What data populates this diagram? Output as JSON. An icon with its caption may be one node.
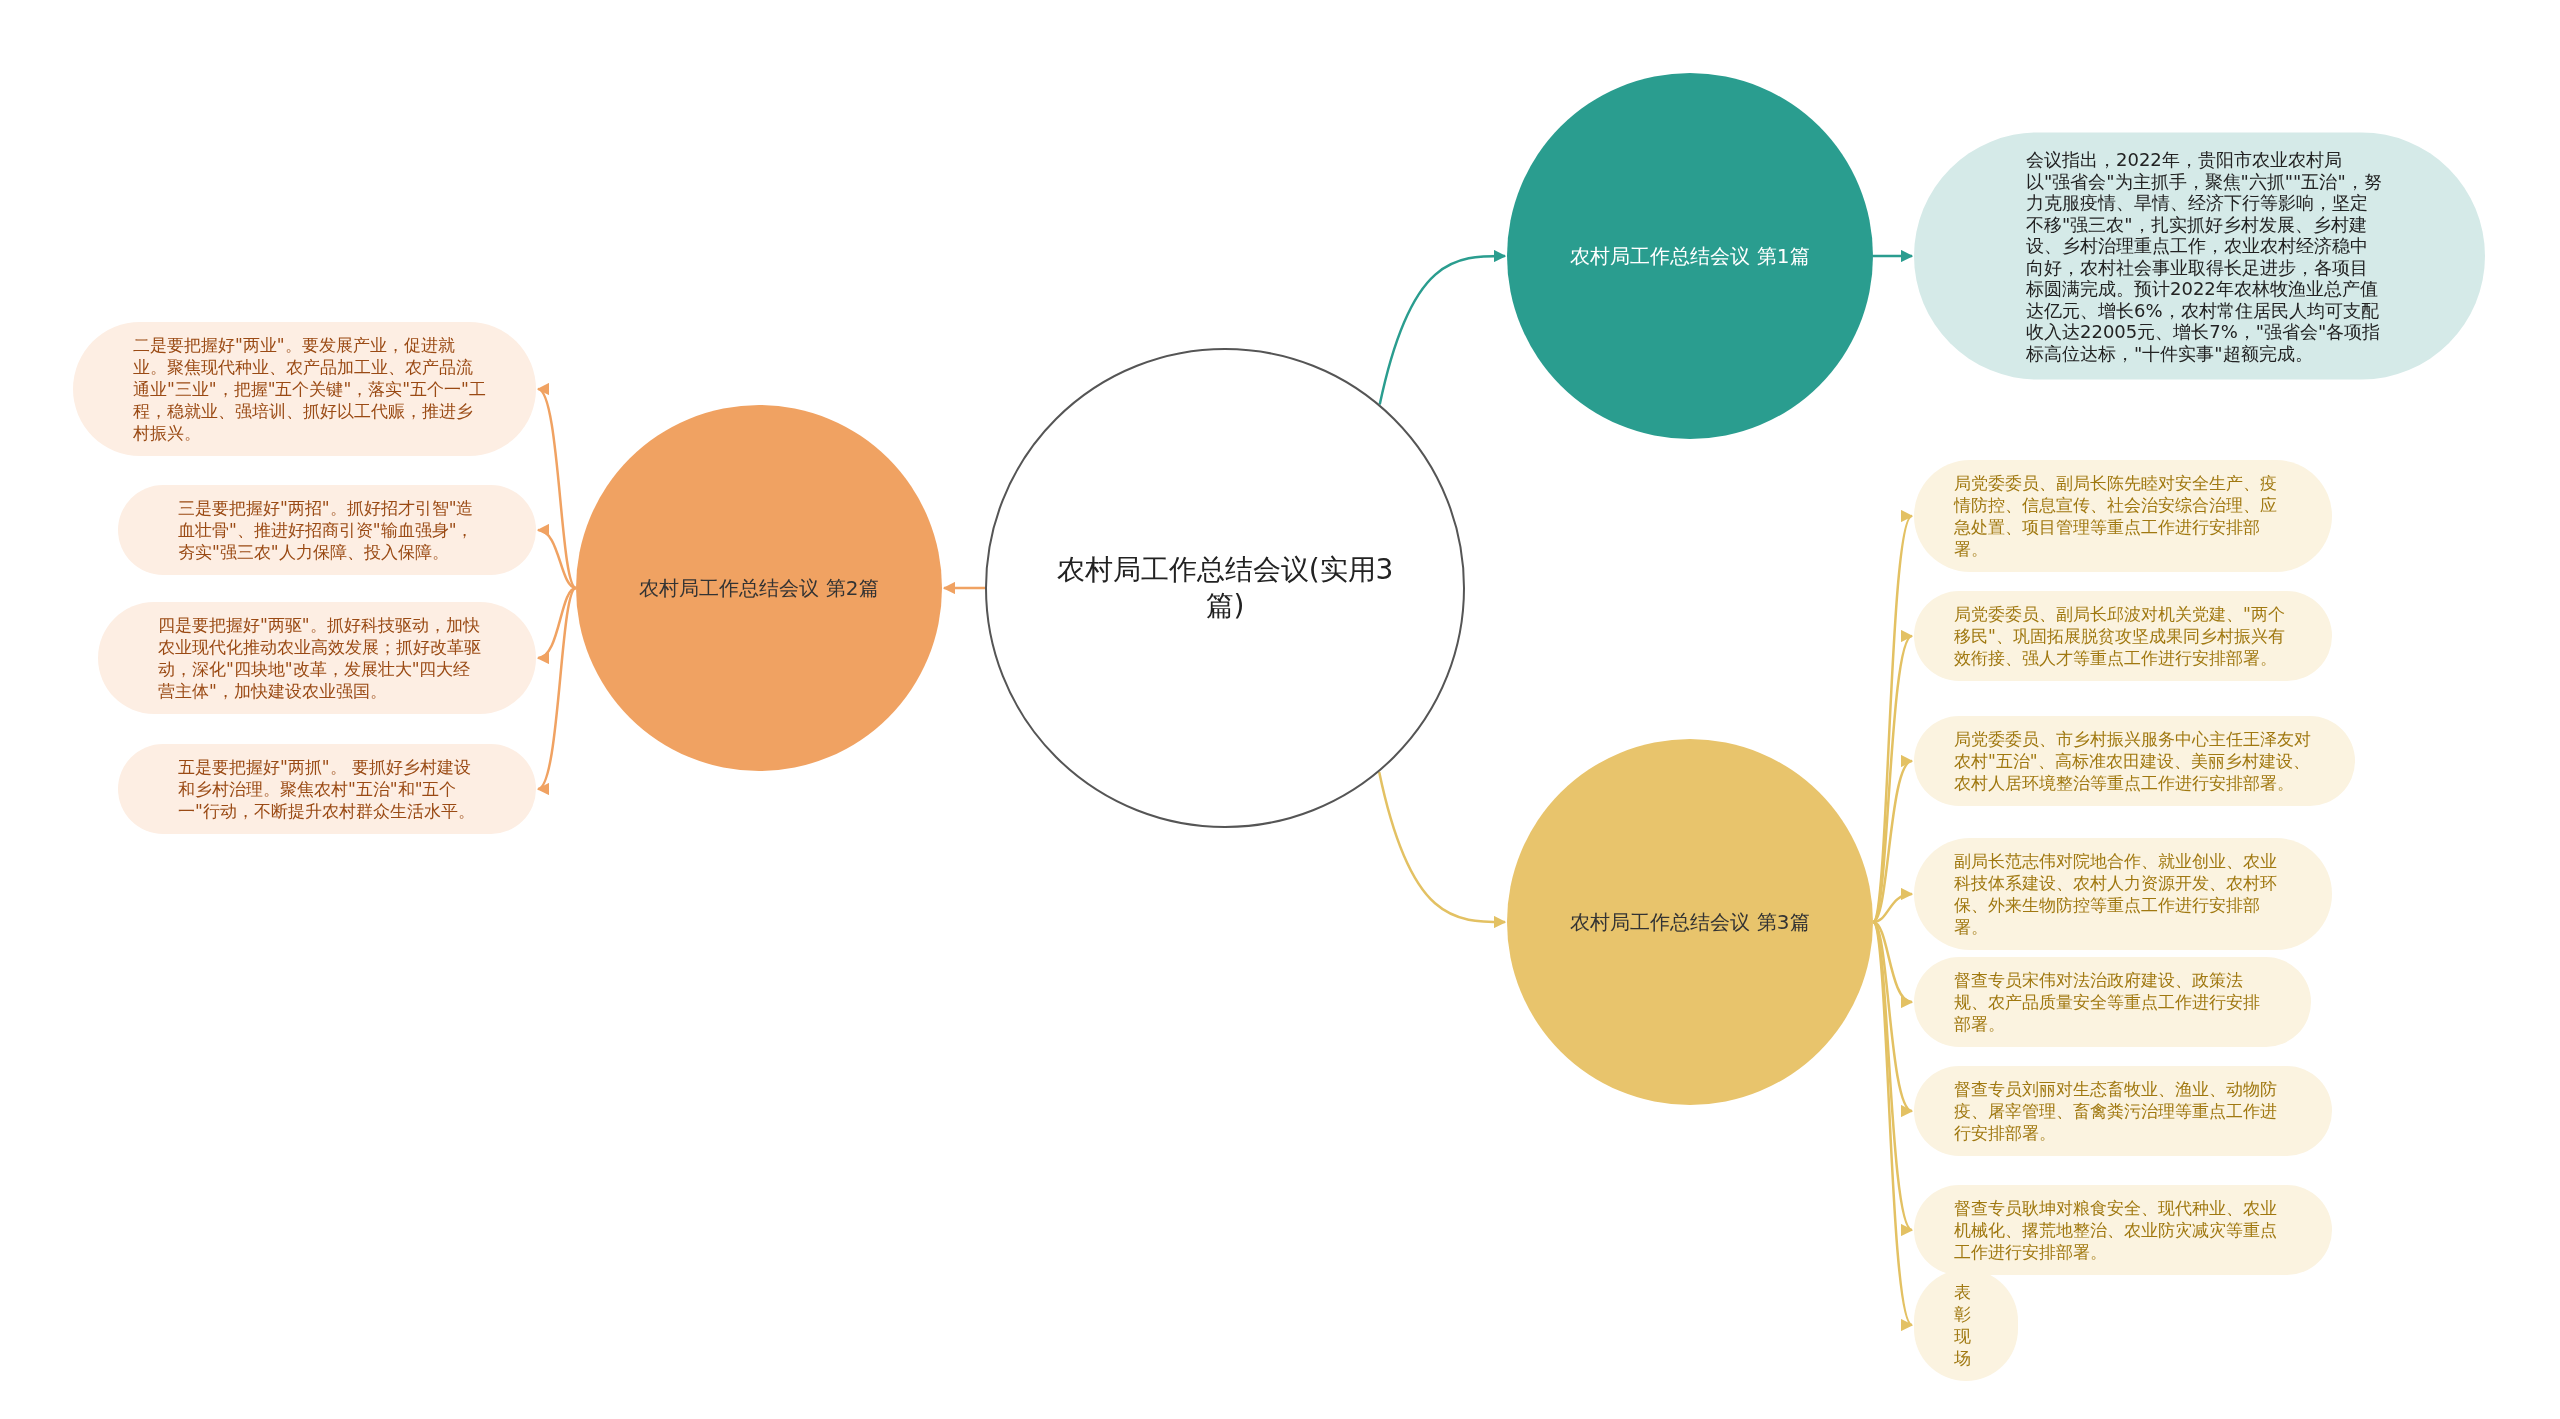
{
  "diagram": {
    "nodes": [
      {
        "text": [
          "农村局工作总结会议(实用3篇)"
        ]
      },
      {
        "text": [
          "农村局工作总结会议 第1篇"
        ]
      },
      {
        "text": [
          "会议指出，2022年，贵阳市农业农村局以\"强省会\"为主抓手，聚焦\"六抓\"\"五治\"，努力克服疫情、旱情、经济下行等影响，坚定不移\"强三农\"，扎实抓好乡村发展、乡村建设、乡村治理重点工作，农业农村经济稳中向好，农村社会事业取得长足进步，各项目标圆满完成。预计2022年农林牧渔业总产值达亿元、增长6%，农村常住居民人均可支配收入达22005元、增长7%，\"强省会\"各项指标高位达标，\"十件实事\"超额完成。"
        ]
      },
      {
        "text": [
          "农村局工作总结会议 第2篇"
        ]
      },
      {
        "text": [
          "二是要把握好\"两业\"。要发展产业，促进就业。聚焦现代种业、农产品加工业、农产品流通业\"三业\"，把握\"五个关键\"，落实\"五个一\"工程，稳就业、强培训、抓好以工代赈，推进乡村振兴。"
        ]
      },
      {
        "text": [
          "三是要把握好\"两招\"。抓好招才引智\"造血壮骨\"、推进好招商引资\"输血强身\"，夯实\"强三农\"人力保障、投入保障。"
        ]
      },
      {
        "text": [
          "四是要把握好\"两驱\"。抓好科技驱动，加快农业现代化推动农业高效发展；抓好改革驱动，深化\"四块地\"改革，发展壮大\"四大经营主体\"，加快建设农业强国。"
        ]
      },
      {
        "text": [
          "五是要把握好\"两抓\"。 要抓好乡村建设和乡村治理。聚焦农村\"五治\"和\"五个一\"行动，不断提升农村群众生活水平。"
        ]
      },
      {
        "text": [
          "农村局工作总结会议 第3篇"
        ]
      },
      {
        "text": [
          "局党委委员、副局长陈先睦对安全生产、疫情防控、信息宣传、社会治安综合治理、应急处置、项目管理等重点工作进行安排部署。"
        ]
      },
      {
        "text": [
          "局党委委员、副局长邱波对机关党建、\"两个移民\"、巩固拓展脱贫攻坚成果同乡村振兴有效衔接、强人才等重点工作进行安排部署。"
        ]
      },
      {
        "text": [
          "局党委委员、市乡村振兴服务中心主任王泽友对农村\"五治\"、高标准农田建设、美丽乡村建设、农村人居环境整治等重点工作进行安排部署。"
        ]
      },
      {
        "text": [
          "副局长范志伟对院地合作、就业创业、农业科技体系建设、农村人力资源开发、农村环保、外来生物防控等重点工作进行安排部署。"
        ]
      },
      {
        "text": [
          "督查专员宋伟对法治政府建设、政策法规、农产品质量安全等重点工作进行安排部署。"
        ]
      },
      {
        "text": [
          "督查专员刘丽对生态畜牧业、渔业、动物防疫、屠宰管理、畜禽粪污治理等重点工作进行安排部署。"
        ]
      },
      {
        "text": [
          "督查专员耿坤对粮食安全、现代种业、农业机械化、撂荒地整治、农业防灾减灾等重点工作进行安排部署。"
        ]
      },
      {
        "text": [
          "表彰现场"
        ]
      }
    ],
    "edges": [
      {
        "from": 0,
        "to": 1,
        "arrow": "to",
        "color": "#2a9d8f"
      },
      {
        "from": 1,
        "to": 2,
        "arrow": "to",
        "color": "#2a9d8f"
      },
      {
        "from": 0,
        "to": 3,
        "arrow": "to",
        "color": "#f0a262"
      },
      {
        "from": 3,
        "to": 4,
        "arrow": "to",
        "color": "#f0a262"
      },
      {
        "from": 3,
        "to": 5,
        "arrow": "to",
        "color": "#f0a262"
      },
      {
        "from": 3,
        "to": 6,
        "arrow": "to",
        "color": "#f0a262"
      },
      {
        "from": 3,
        "to": 7,
        "arrow": "to",
        "color": "#f0a262"
      },
      {
        "from": 0,
        "to": 8,
        "arrow": "to"
      },
      {
        "from": 8,
        "to": 9,
        "arrow": "to"
      },
      {
        "from": 8,
        "to": 10,
        "arrow": "to"
      },
      {
        "from": 8,
        "to": 11,
        "arrow": "to"
      },
      {
        "from": 8,
        "to": 12,
        "arrow": "to"
      },
      {
        "from": 8,
        "to": 13,
        "arrow": "to"
      },
      {
        "from": 8,
        "to": 14,
        "arrow": "to"
      },
      {
        "from": 8,
        "to": 15,
        "arrow": "to"
      },
      {
        "from": 8,
        "to": 16,
        "arrow": "to"
      }
    ]
  }
}
